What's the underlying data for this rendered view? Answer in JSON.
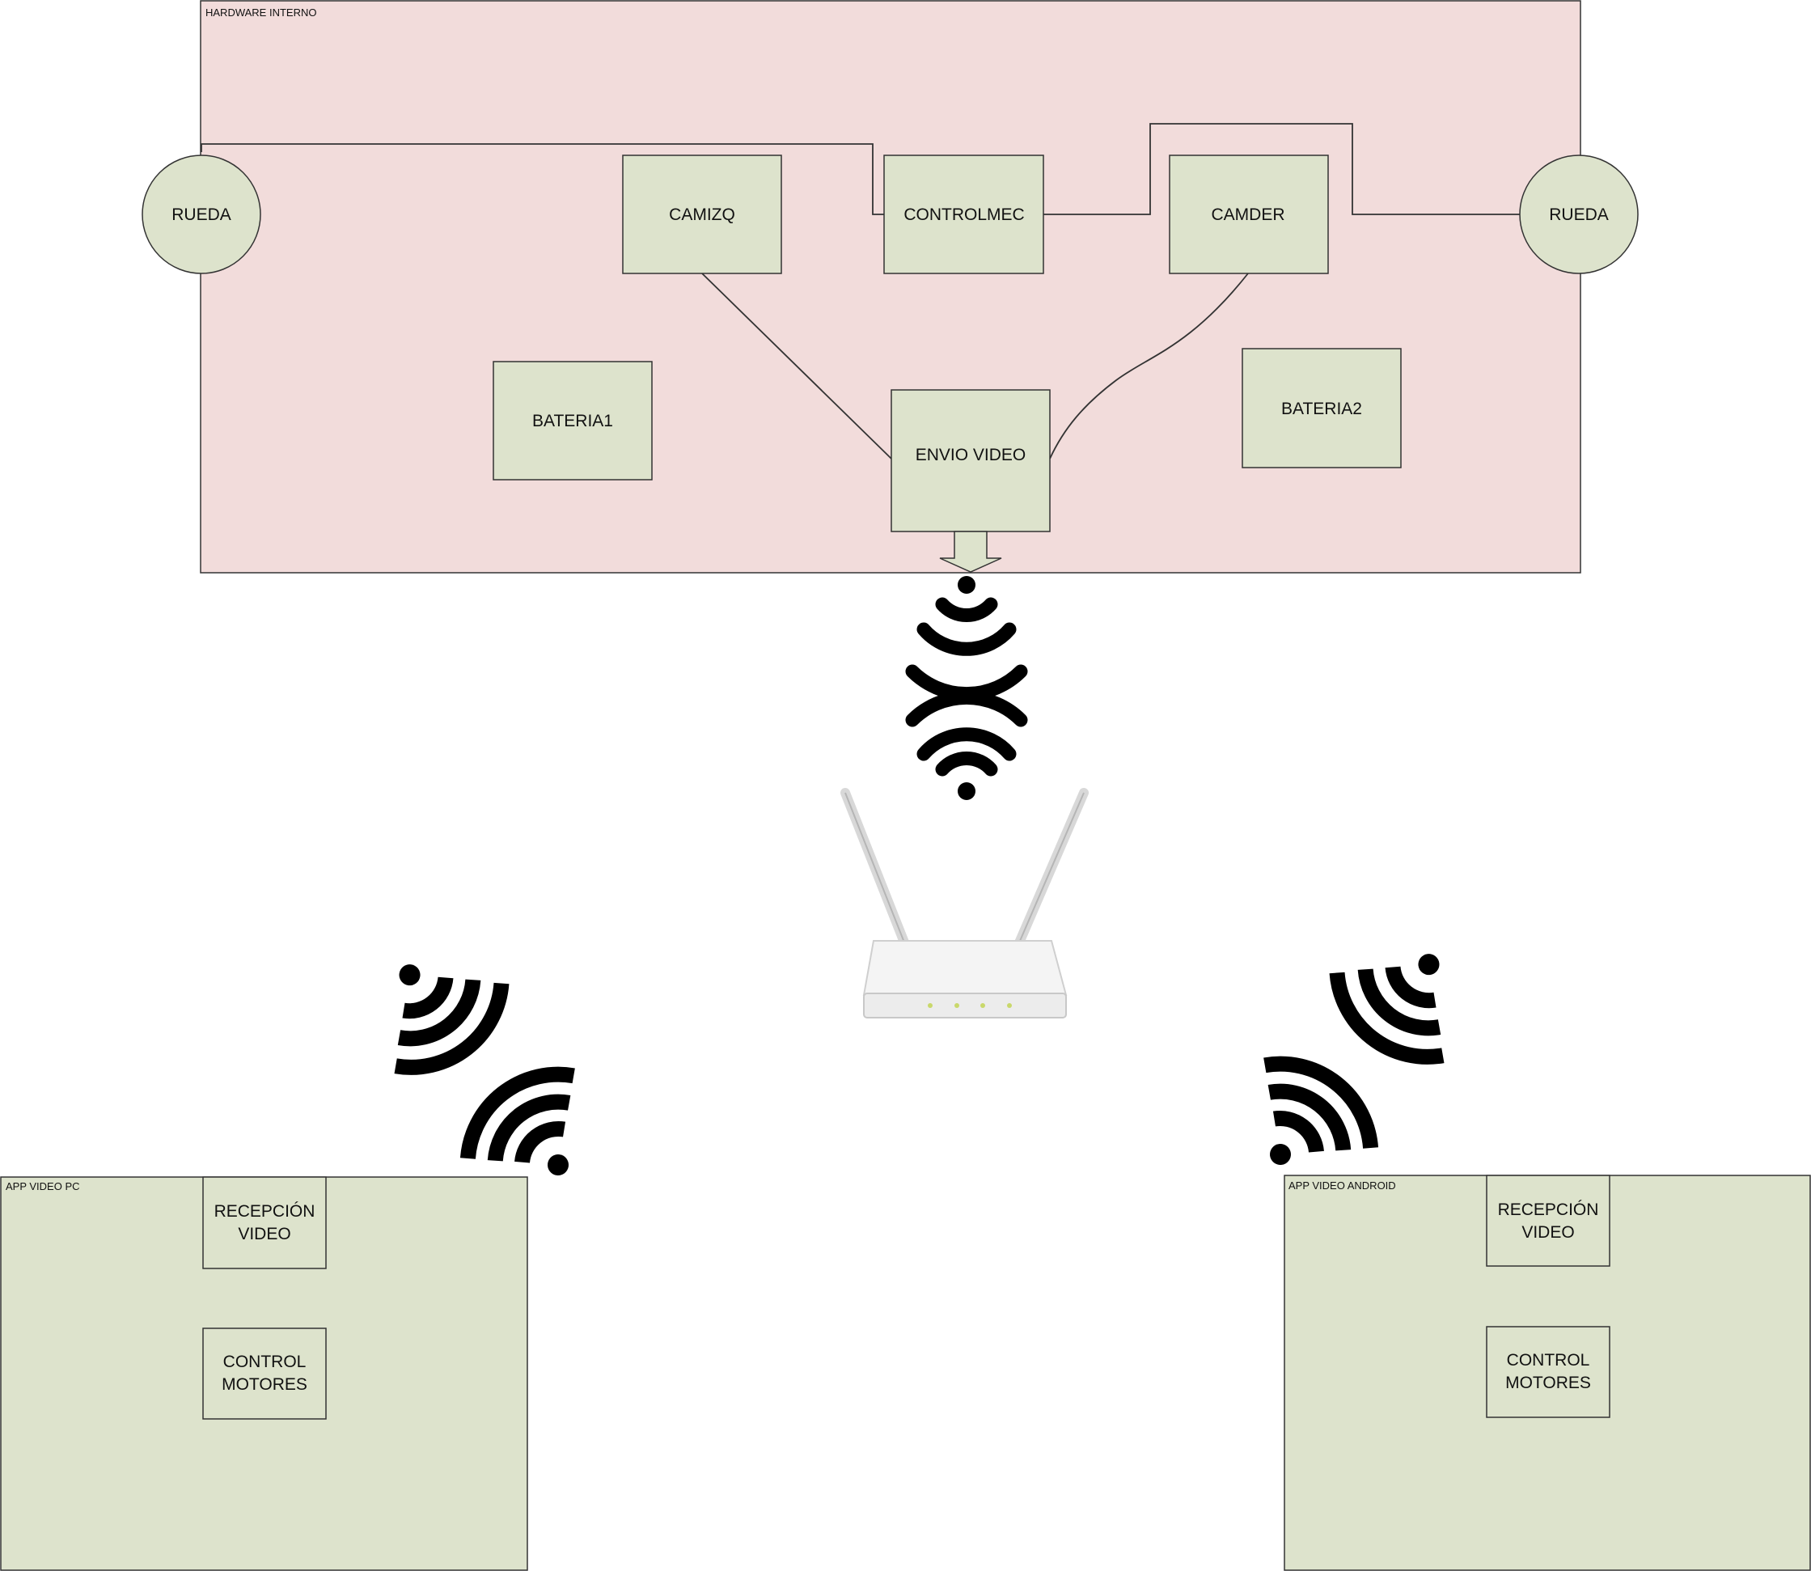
{
  "colors": {
    "hardware_bg": "#f2dcdb",
    "block_fill": "#dde3cc",
    "line": "#333333",
    "signal": "#000000"
  },
  "containers": {
    "hardware": {
      "label": "HARDWARE INTERNO"
    },
    "app_pc": {
      "label": "APP VIDEO PC"
    },
    "app_android": {
      "label": "APP VIDEO ANDROID"
    }
  },
  "nodes": {
    "rueda_left": "RUEDA",
    "rueda_right": "RUEDA",
    "camizq": "CAMIZQ",
    "controlmec": "CONTROLMEC",
    "camder": "CAMDER",
    "bateria1": "BATERIA1",
    "bateria2": "BATERIA2",
    "envio_video": "ENVIO VIDEO",
    "pc_recepcion": [
      "RECEPCIÓN",
      "VIDEO"
    ],
    "pc_control": [
      "CONTROL",
      "MOTORES"
    ],
    "android_recepcion": [
      "RECEPCIÓN",
      "VIDEO"
    ],
    "android_control": [
      "CONTROL",
      "MOTORES"
    ]
  },
  "icons": {
    "router": "router-icon",
    "signal_top": "wifi-signal-icon",
    "signal_left": "wifi-signal-icon",
    "signal_right": "wifi-signal-icon"
  }
}
